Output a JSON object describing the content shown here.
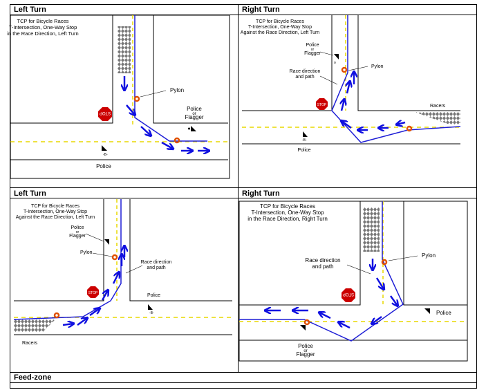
{
  "sections": {
    "top_left": {
      "header": "Left Turn",
      "caption": [
        "",
        "",
        ""
      ]
    },
    "top_right": {
      "header": "Right Turn"
    },
    "bottom_left": {
      "header": "Left Turn"
    },
    "bottom_right": {
      "header": "Right Turn"
    },
    "feed_zone": {
      "header": "Feed-zone"
    }
  },
  "diagrams": {
    "d1": {
      "caption": [
        "TCP for Bicycle Races",
        "T-Intersection, One-Way Stop",
        "in the Race Direction, Left Turn"
      ],
      "pylon": "Pylon",
      "police_flagger": [
        "Police",
        "or",
        "Flagger"
      ],
      "police": "Police",
      "stop": "STOP"
    },
    "d2": {
      "caption": [
        "TCP for Bicycle Races",
        "T-Intersection, One-Way Stop",
        "Against the Race Direction, Left Turn"
      ],
      "police_flagger": [
        "Police",
        "or",
        "Flagger"
      ],
      "pylon": "Pylon",
      "race_direction": [
        "Race direction",
        "and path"
      ],
      "racers": "Racers",
      "police": "Police",
      "stop": "STOP"
    },
    "d3": {
      "caption": [
        "TCP for Bicycle Races",
        "T-Intersection, One-Way Stop",
        "Against the Race Direction, Left Turn"
      ],
      "police_flagger": [
        "Police",
        "or",
        "Flagger"
      ],
      "pylon": "Pylon",
      "race_direction": [
        "Race direction",
        "and path"
      ],
      "police": "Police",
      "racers": "Racers",
      "stop": "STOP"
    },
    "d4": {
      "caption": [
        "TCP for Bicycle Races",
        "T-Intersection, One-Way Stop",
        "in the Race Direction, Right Turn"
      ],
      "race_direction": [
        "Race direction",
        "and path"
      ],
      "pylon": "Pylon",
      "police": "Police",
      "police_flagger": [
        "Police",
        "or",
        "Flagger"
      ],
      "stop": "STOP"
    }
  },
  "colors": {
    "path": "#1f1fd6",
    "arrow": "#1010e0",
    "stop": "#cc0000",
    "pylon": "#e05000",
    "centerline": "#e8d800"
  },
  "icons": [
    "stop-sign-icon",
    "pylon-icon",
    "police-officer-icon",
    "racers-hatch-icon",
    "direction-arrow-icon"
  ]
}
